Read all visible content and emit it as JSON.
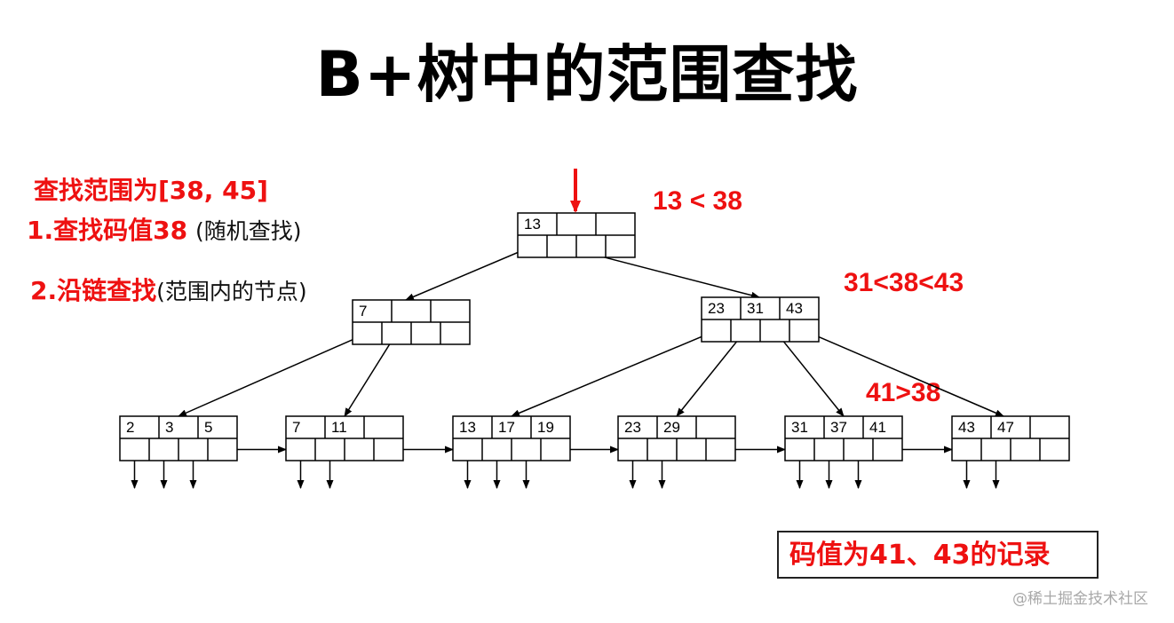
{
  "title": "B+树中的范围查找",
  "steps": {
    "range_label": "查找范围为[38, 45]",
    "step1_main": "1.查找码值38",
    "step1_note": "(随机查找)",
    "step2_main": "2.沿链查找",
    "step2_note": "(范围内的节点)"
  },
  "comparisons": {
    "root": "13 < 38",
    "right_internal": "31<38<43",
    "leaf": "41>38"
  },
  "result": "码值为41、43的记录",
  "watermark": "@稀土掘金技术社区",
  "colors": {
    "highlight": "#ee1111",
    "line": "#000000"
  },
  "tree": {
    "root": [
      "13",
      "",
      ""
    ],
    "internal": [
      [
        "7",
        "",
        ""
      ],
      [
        "23",
        "31",
        "43"
      ]
    ],
    "leaves": [
      [
        "2",
        "3",
        "5"
      ],
      [
        "7",
        "11",
        ""
      ],
      [
        "13",
        "17",
        "19"
      ],
      [
        "23",
        "29",
        ""
      ],
      [
        "31",
        "37",
        "41"
      ],
      [
        "43",
        "47",
        ""
      ]
    ]
  }
}
